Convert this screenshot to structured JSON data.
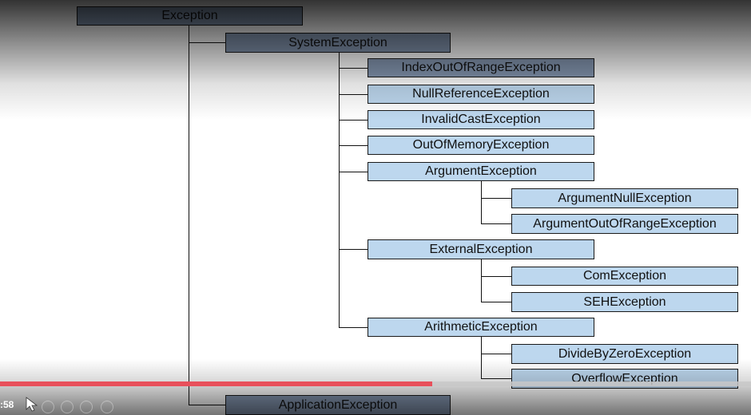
{
  "diagram": {
    "root": "Exception",
    "system": "SystemException",
    "application": "ApplicationException",
    "system_children": [
      "IndexOutOfRangeException",
      "NullReferenceException",
      "InvalidCastException",
      "OutOfMemoryException",
      "ArgumentException",
      "ExternalException",
      "ArithmeticException"
    ],
    "argument_children": [
      "ArgumentNullException",
      "ArgumentOutOfRangeException"
    ],
    "external_children": [
      "ComException",
      "SEHException"
    ],
    "arithmetic_children": [
      "DivideByZeroException",
      "OverflowException"
    ]
  },
  "player": {
    "time_label": ":58",
    "progress": 0.575,
    "colors": {
      "progress_fill": "#e8505b",
      "node_dark": "#8496b0",
      "node_light": "#bdd7ee"
    },
    "icons": [
      "pointer-icon",
      "cc-icon",
      "settings-icon"
    ]
  }
}
